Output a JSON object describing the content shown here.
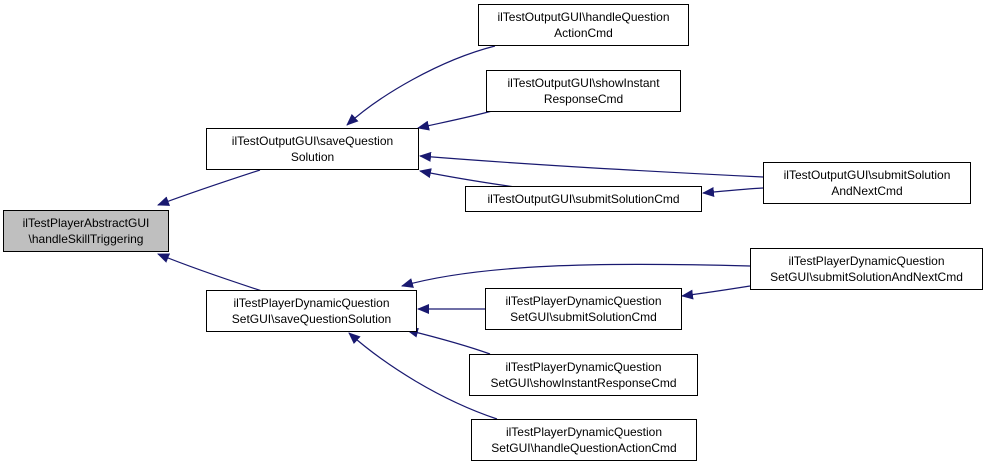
{
  "colors": {
    "edge": "#191970",
    "node_border": "#000000",
    "node_fill": "#ffffff",
    "root_fill": "#bfbfbf"
  },
  "nodes": {
    "root": {
      "line1": "ilTestPlayerAbstractGUI",
      "line2": "\\handleSkillTriggering"
    },
    "save_question_solution": {
      "line1": "ilTestOutputGUI\\saveQuestion",
      "line2": "Solution"
    },
    "dynamic_save_question_solution": {
      "line1": "ilTestPlayerDynamicQuestion",
      "line2": "SetGUI\\saveQuestionSolution"
    },
    "handle_question_action_cmd": {
      "line1": "ilTestOutputGUI\\handleQuestion",
      "line2": "ActionCmd"
    },
    "show_instant_response_cmd": {
      "line1": "ilTestOutputGUI\\showInstant",
      "line2": "ResponseCmd"
    },
    "submit_solution_cmd": {
      "line1": "ilTestOutputGUI\\submitSolutionCmd",
      "line2": ""
    },
    "submit_solution_and_next_cmd": {
      "line1": "ilTestOutputGUI\\submitSolution",
      "line2": "AndNextCmd"
    },
    "dynamic_submit_solution_and_next_cmd": {
      "line1": "ilTestPlayerDynamicQuestion",
      "line2": "SetGUI\\submitSolutionAndNextCmd"
    },
    "dynamic_submit_solution_cmd": {
      "line1": "ilTestPlayerDynamicQuestion",
      "line2": "SetGUI\\submitSolutionCmd"
    },
    "dynamic_show_instant_response_cmd": {
      "line1": "ilTestPlayerDynamicQuestion",
      "line2": "SetGUI\\showInstantResponseCmd"
    },
    "dynamic_handle_question_action_cmd": {
      "line1": "ilTestPlayerDynamicQuestion",
      "line2": "SetGUI\\handleQuestionActionCmd"
    }
  }
}
